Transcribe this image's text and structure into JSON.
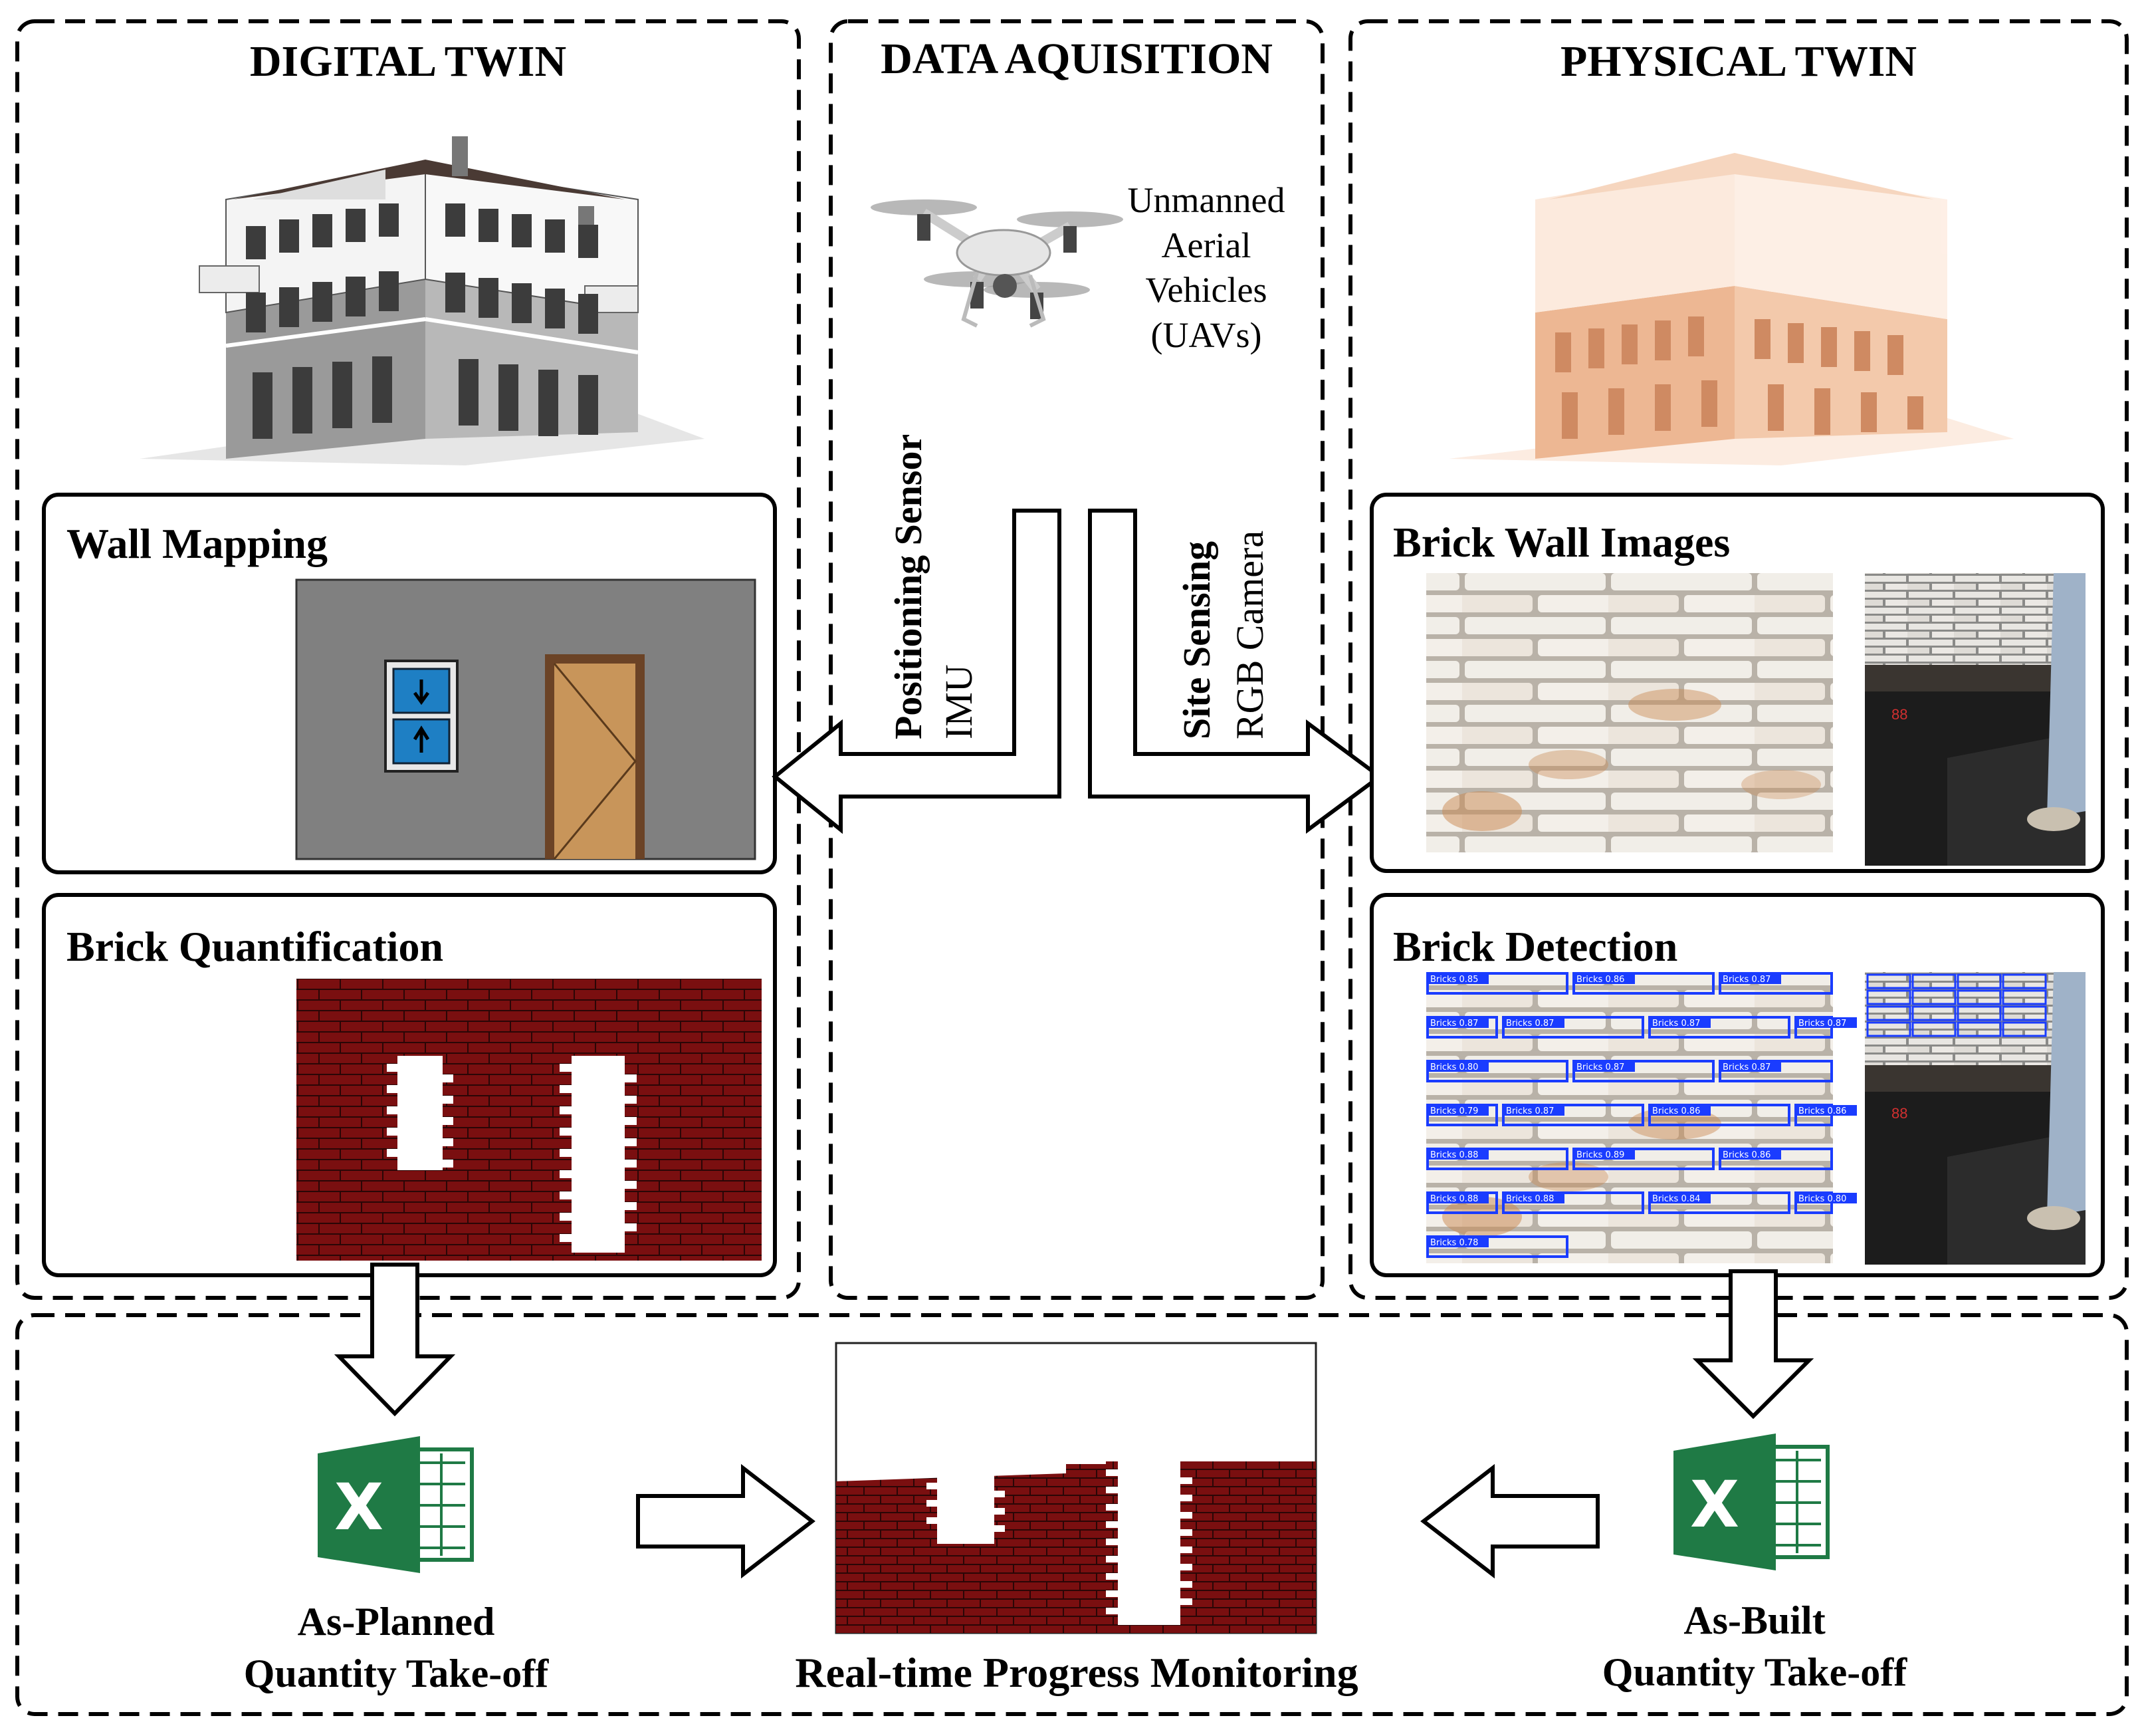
{
  "sections": {
    "digital_twin": {
      "title": "DIGITAL TWIN"
    },
    "data_acquisition": {
      "title": "DATA AQUISITION"
    },
    "physical_twin": {
      "title": "PHYSICAL TWIN"
    }
  },
  "digital_twin": {
    "wall_mapping": {
      "title": "Wall Mapping"
    },
    "brick_quantification": {
      "title": "Brick Quantification"
    }
  },
  "data_acquisition": {
    "uav_lines": [
      "Unmanned",
      "Aerial",
      "Vehicles",
      "(UAVs)"
    ],
    "positioning": {
      "label": "Positioning Sensor",
      "sub": "IMU"
    },
    "site_sensing": {
      "label": "Site Sensing",
      "sub": "RGB Camera"
    }
  },
  "physical_twin": {
    "brick_wall_images": {
      "title": "Brick Wall Images",
      "marker": "88"
    },
    "brick_detection": {
      "title": "Brick Detection",
      "marker": "88",
      "detection_labels": [
        "Bricks 0.85",
        "Bricks 0.86",
        "Bricks 0.87",
        "Bricks 0.87",
        "Bricks 0.87",
        "Bricks 0.87",
        "Bricks 0.87",
        "Bricks 0.80",
        "Bricks 0.87",
        "Bricks 0.87",
        "Bricks 0.79",
        "Bricks 0.87",
        "Bricks 0.86",
        "Bricks 0.86",
        "Bricks 0.88",
        "Bricks 0.89",
        "Bricks 0.86",
        "Bricks 0.88",
        "Bricks 0.88",
        "Bricks 0.84",
        "Bricks 0.80",
        "Bricks 0.78"
      ]
    }
  },
  "outputs": {
    "as_planned": {
      "line1": "As-Planned",
      "line2": "Quantity Take-off"
    },
    "monitoring": {
      "label": "Real-time Progress Monitoring"
    },
    "as_built": {
      "line1": "As-Built",
      "line2": "Quantity Take-off"
    }
  },
  "icons": {
    "excel": "excel-icon",
    "excel_letter": "X",
    "drone": "drone-icon",
    "building": "building-icon"
  },
  "colors": {
    "brick": "#7a0f10",
    "mortar": "#2a0606",
    "wall_gray": "#808080",
    "window_blue": "#1e7fc4",
    "door_tan": "#c8955a",
    "excel_green": "#1f7a45",
    "detection_blue": "#1a3cff",
    "physical_orange": "#e8a070"
  }
}
